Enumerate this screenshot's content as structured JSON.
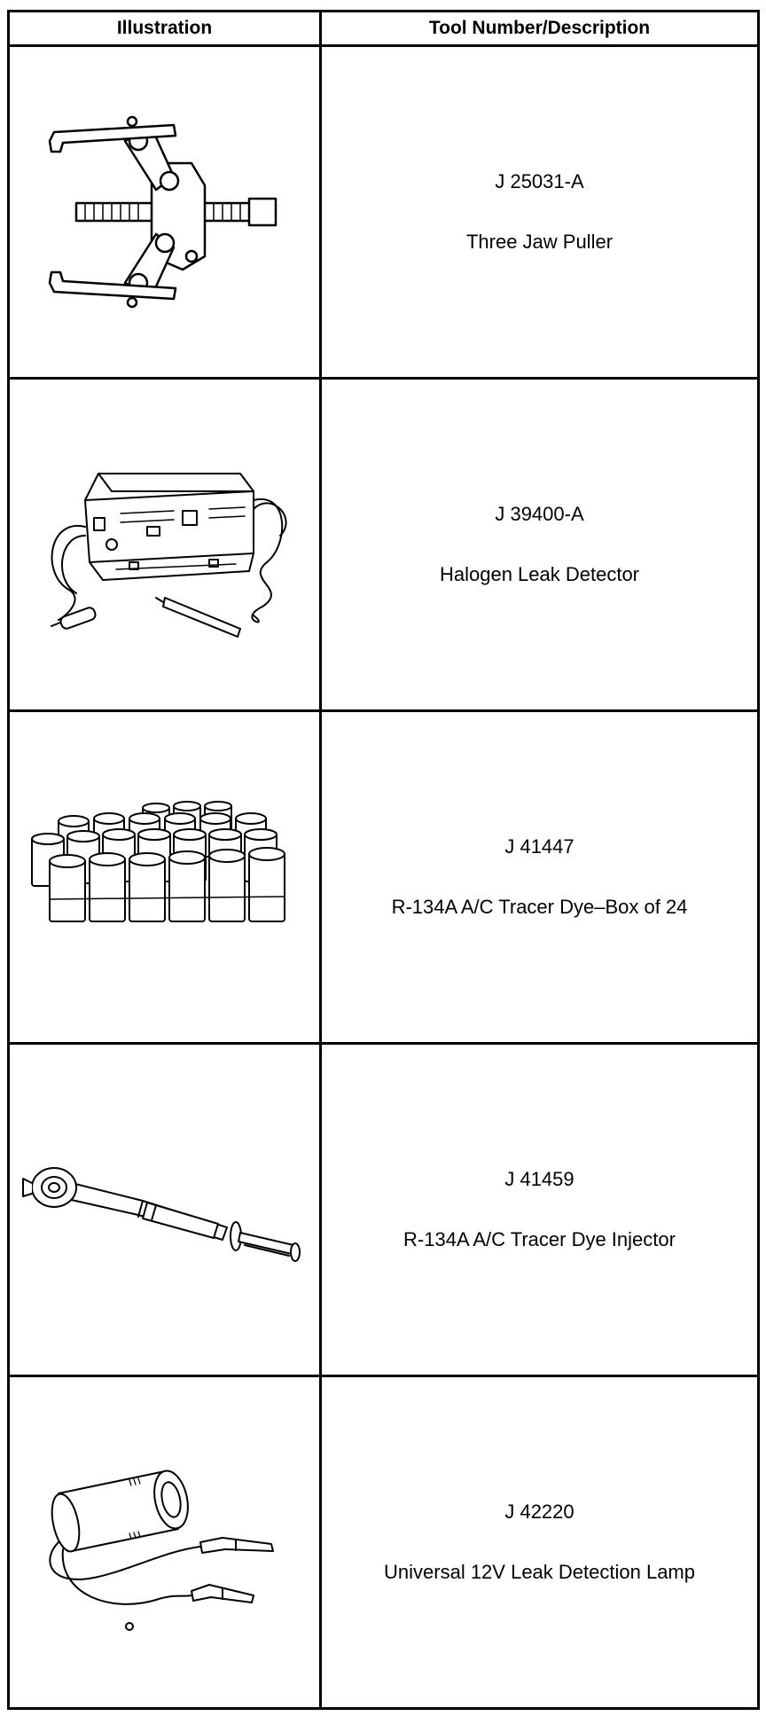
{
  "table": {
    "headers": [
      "Illustration",
      "Tool Number/Description"
    ],
    "rows": [
      {
        "number": "J 25031-A",
        "description": "Three Jaw Puller",
        "icon": "three-jaw-puller-icon"
      },
      {
        "number": "J 39400-A",
        "description": "Halogen Leak Detector",
        "icon": "halogen-leak-detector-icon"
      },
      {
        "number": "J 41447",
        "description": "R-134A A/C Tracer Dye–Box of 24",
        "icon": "tracer-dye-box-icon"
      },
      {
        "number": "J 41459",
        "description": "R-134A A/C Tracer Dye Injector",
        "icon": "dye-injector-icon"
      },
      {
        "number": "J 42220",
        "description": "Universal 12V Leak Detection Lamp",
        "icon": "leak-detection-lamp-icon"
      }
    ]
  }
}
